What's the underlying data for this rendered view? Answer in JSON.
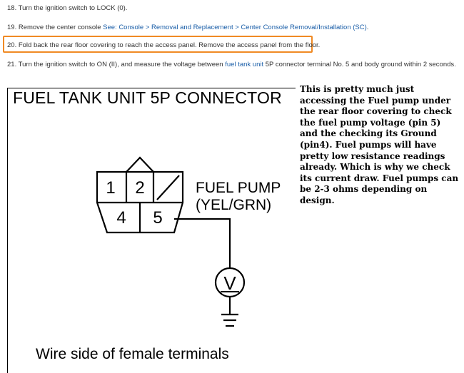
{
  "steps": {
    "s18": {
      "text": "18. Turn the ignition switch to LOCK (0)."
    },
    "s19": {
      "prefix": "19. Remove the center console ",
      "link": "See: Console > Removal and Replacement > Center Console Removal/Installation (SC)",
      "suffix": "."
    },
    "s20": {
      "text": "20. Fold back the rear floor covering to reach the access panel. Remove the access panel from the floor."
    },
    "s21": {
      "prefix": "21. Turn the ignition switch to ON (II), and measure the voltage between ",
      "link": "fuel tank unit",
      "suffix": " 5P connector terminal No. 5 and body ground within 2 seconds."
    }
  },
  "diagram": {
    "title": "FUEL TANK UNIT 5P CONNECTOR",
    "pins": [
      "1",
      "2",
      "4",
      "5"
    ],
    "pump_label_1": "FUEL PUMP",
    "pump_label_2": "(YEL/GRN)",
    "meter_symbol": "V",
    "footer": "Wire side of female terminals"
  },
  "note": "This is pretty much just accessing the Fuel pump under the rear floor covering to check the fuel pump voltage (pin 5) and the checking its Ground (pin4). Fuel pumps will have pretty low resistance readings already. Which is why we check its current draw. Fuel pumps can be 2-3 ohms depending on design.",
  "colors": {
    "link": "#1a5ea8",
    "highlight_border": "#f08a24",
    "text": "#333333"
  }
}
